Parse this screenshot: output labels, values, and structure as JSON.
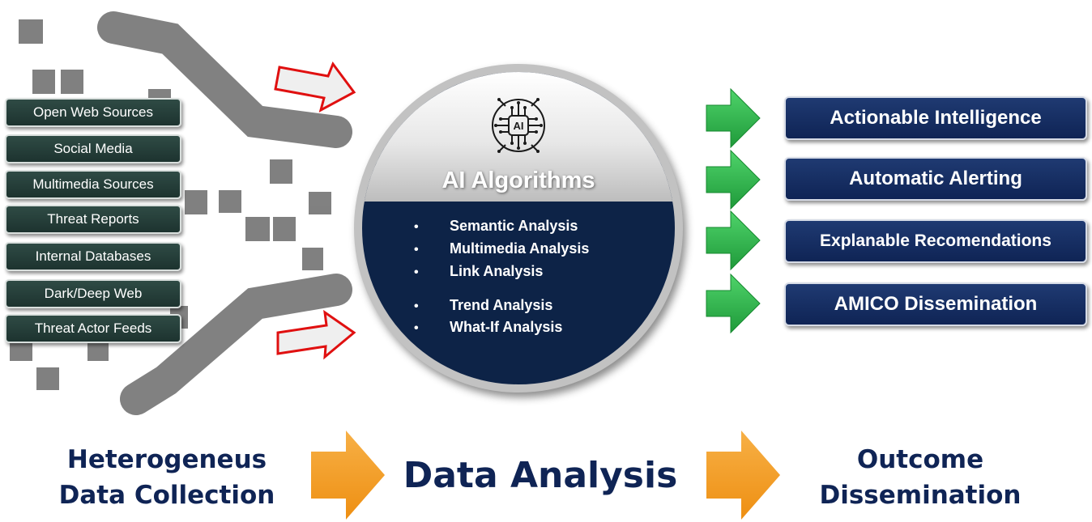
{
  "sources": [
    "Open Web Sources",
    "Social Media",
    "Multimedia Sources",
    "Threat Reports",
    "Internal Databases",
    "Dark/Deep Web",
    "Threat Actor Feeds"
  ],
  "center": {
    "title": "AI Algorithms",
    "icon": "ai-chip-icon",
    "bullet": "•",
    "analyses": [
      "Semantic Analysis",
      "Multimedia Analysis",
      "Link Analysis",
      "Trend Analysis",
      "What-If  Analysis"
    ]
  },
  "outcomes": [
    "Actionable Intelligence",
    "Automatic Alerting",
    "Explanable Recomendations",
    "AMICO Dissemination"
  ],
  "stages": {
    "collection": [
      "Heterogeneus",
      "Data Collection"
    ],
    "analysis": "Data Analysis",
    "dissemination": [
      "Outcome",
      "Dissemination"
    ]
  },
  "colors": {
    "navy": "#0f2455",
    "source_box": "#243d39",
    "input_arrow_border": "#e01010",
    "output_arrow": "#2db34a",
    "stage_arrow": "#f39a1e",
    "funnel_gray": "#7a7a7a"
  }
}
